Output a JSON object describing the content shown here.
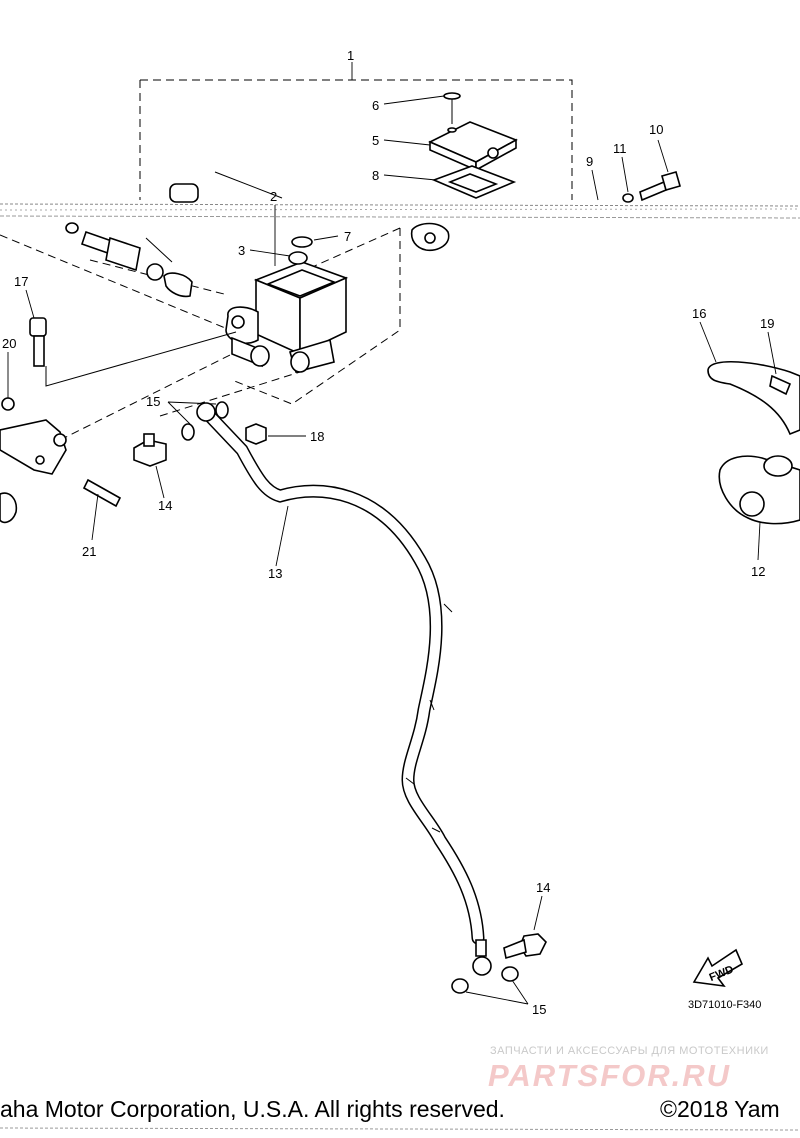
{
  "callouts": [
    {
      "id": "c1",
      "label": "1"
    },
    {
      "id": "c2",
      "label": "2"
    },
    {
      "id": "c3",
      "label": "3"
    },
    {
      "id": "c5",
      "label": "5"
    },
    {
      "id": "c6",
      "label": "6"
    },
    {
      "id": "c7",
      "label": "7"
    },
    {
      "id": "c8",
      "label": "8"
    },
    {
      "id": "c9",
      "label": "9"
    },
    {
      "id": "c10",
      "label": "10"
    },
    {
      "id": "c11",
      "label": "11"
    },
    {
      "id": "c12",
      "label": "12"
    },
    {
      "id": "c13",
      "label": "13"
    },
    {
      "id": "c14a",
      "label": "14"
    },
    {
      "id": "c14b",
      "label": "14"
    },
    {
      "id": "c15a",
      "label": "15"
    },
    {
      "id": "c15b",
      "label": "15"
    },
    {
      "id": "c16",
      "label": "16"
    },
    {
      "id": "c17",
      "label": "17"
    },
    {
      "id": "c18",
      "label": "18"
    },
    {
      "id": "c19",
      "label": "19"
    },
    {
      "id": "c20",
      "label": "20"
    },
    {
      "id": "c21",
      "label": "21"
    }
  ],
  "fwd_label": "FWD",
  "diagram_code": "3D71010-F340",
  "watermark": {
    "line1": "ЗАПЧАСТИ И АКСЕССУАРЫ ДЛЯ МОТОТЕХНИКИ",
    "line2": "PARTSFOR.RU"
  },
  "footer": {
    "left": "aha Motor Corporation, U.S.A. All rights reserved.",
    "right": "©2018 Yam"
  }
}
